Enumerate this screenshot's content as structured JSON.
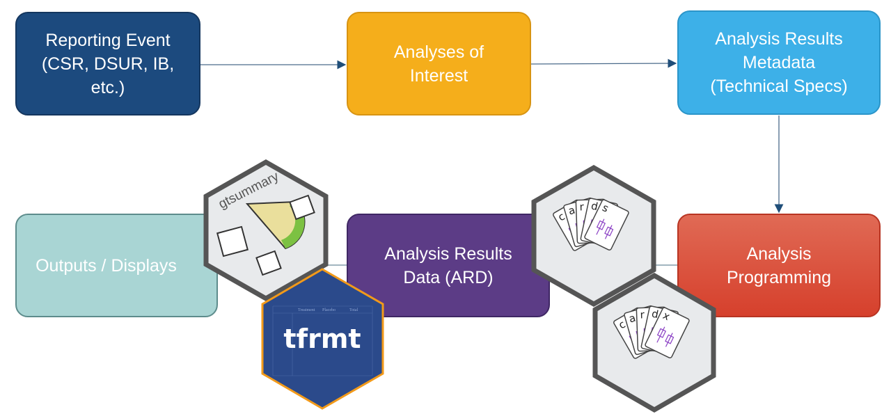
{
  "boxes": {
    "reporting_event": "Reporting Event\n(CSR, DSUR, IB,\netc.)",
    "analyses_of_interest": "Analyses of\nInterest",
    "arm": "Analysis Results\nMetadata\n(Technical Specs)",
    "outputs": "Outputs / Displays",
    "ard": "Analysis Results\nData (ARD)",
    "programming": "Analysis\nProgramming"
  },
  "logos": {
    "gtsummary": "gtsummary",
    "tfrmt": "tfrmt",
    "cards": [
      "c",
      "a",
      "r",
      "d",
      "s"
    ],
    "cardx": [
      "c",
      "a",
      "r",
      "d",
      "x"
    ],
    "tfrmt_table_header": [
      "Treatment",
      "Placebo",
      "Total"
    ]
  },
  "colors": {
    "navy": "#1c4a7e",
    "gold": "#f5ae1b",
    "sky": "#3db0e8",
    "teal": "#a9d5d4",
    "purple": "#5c3c86",
    "red": "#d84e3a"
  }
}
